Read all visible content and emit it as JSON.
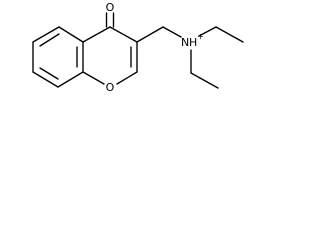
{
  "molecule": {
    "atom_labels": {
      "carbonyl_oxygen": "O",
      "ring_oxygen": "O",
      "nitrogen": "N",
      "hydrogen": "H",
      "charge": "+"
    },
    "colors": {
      "bond": "#000000",
      "text": "#000000",
      "background": "#ffffff"
    }
  }
}
